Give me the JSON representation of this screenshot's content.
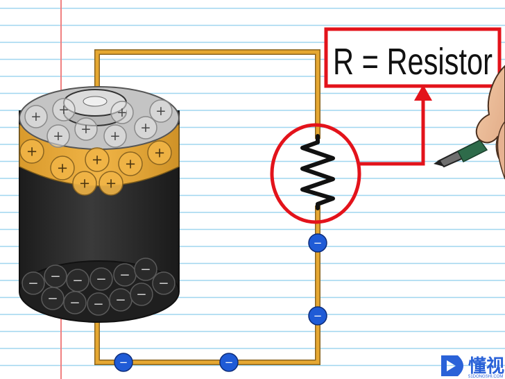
{
  "annotation": {
    "label": "R = Resistor",
    "box_color": "#e3131b"
  },
  "battery": {
    "positive_symbol": "+",
    "negative_symbol": "−",
    "top_color": "#c8c8c8",
    "band_color": "#e8a93a",
    "body_color": "#2b2b2b"
  },
  "circuit": {
    "wire_color": "#e6a832",
    "electron_symbol": "−",
    "electron_color": "#1f5bd6"
  },
  "paper": {
    "line_color": "#9fd6ef",
    "margin_color": "#f08080"
  },
  "watermark": {
    "chinese_text": "懂视",
    "small_text": "51DONGSHI.COM",
    "color": "#2a62d8"
  }
}
